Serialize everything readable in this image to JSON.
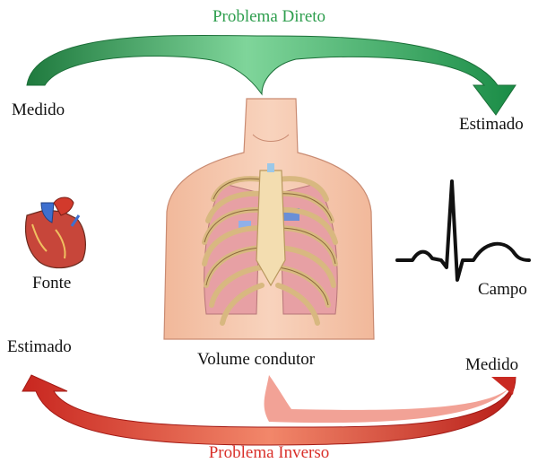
{
  "direct_problem": {
    "title": "Problema Direto",
    "color": "#2e9e4e",
    "start_label": "Medido",
    "end_label": "Estimado"
  },
  "inverse_problem": {
    "title": "Problema Inverso",
    "color": "#d9302a",
    "start_label": "Medido",
    "end_label": "Estimado"
  },
  "source": {
    "label": "Fonte",
    "icon": "heart-icon"
  },
  "conductor": {
    "label": "Volume condutor",
    "icon": "torso-ribcage-illustration"
  },
  "field": {
    "label": "Campo",
    "icon": "ecg-waveform-icon"
  }
}
